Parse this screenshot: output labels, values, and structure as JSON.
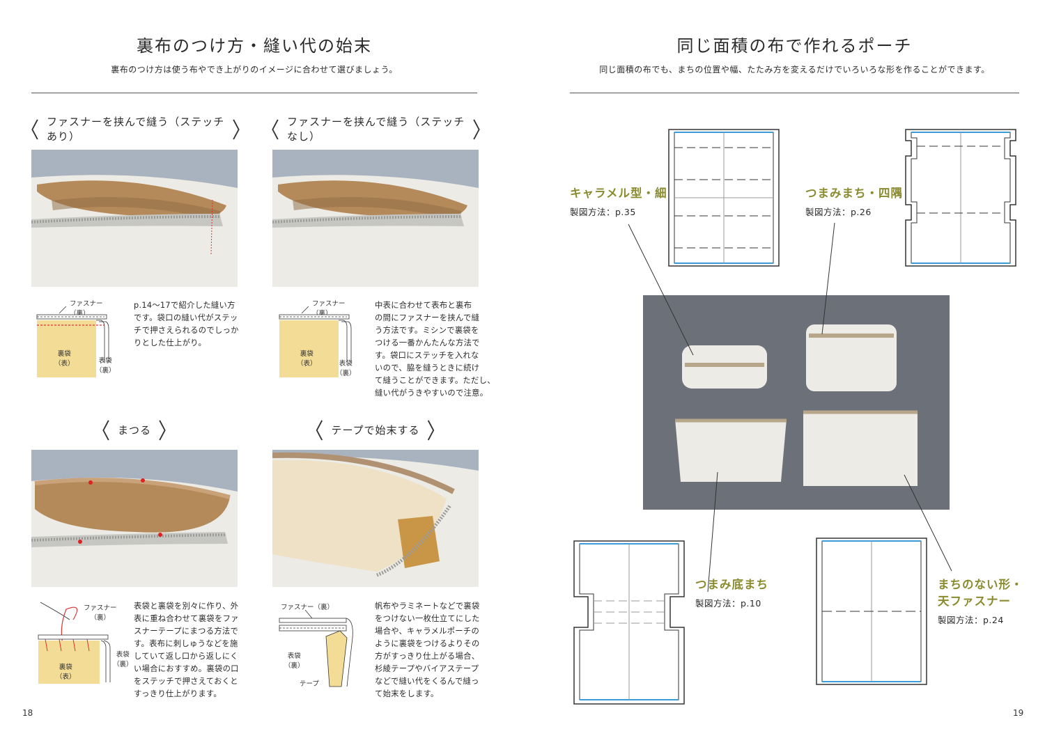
{
  "left": {
    "title": "裏布のつけ方・縫い代の始末",
    "subtitle": "裏布のつけ方は使う布やでき上がりのイメージに合わせて選びましょう。",
    "sections": [
      {
        "heading": "ファスナーを挟んで縫う（ステッチあり）",
        "text": "p.14～17で紹介した縫い方\nです。袋口の縫い代がステッ\nチで押さえられるのでしっか\nりとした仕上がり。",
        "diagram_labels": [
          "ファスナー（裏）",
          "裏袋\n（表）",
          "表袋\n（裏）"
        ]
      },
      {
        "heading": "ファスナーを挟んで縫う（ステッチなし）",
        "text": "中表に合わせて表布と裏布\nの間にファスナーを挟んで縫\nう方法です。ミシンで裏袋を\nつける一番かんたんな方法で\nす。袋口にステッチを入れな\nいので、脇を縫うときに続け\nて縫うことができます。ただし、\n縫い代がうきやすいので注意。",
        "diagram_labels": [
          "ファスナー（裏）",
          "裏袋\n（表）",
          "表袋\n（裏）"
        ]
      },
      {
        "heading": "まつる",
        "text": "表袋と裏袋を別々に作り、外\n表に重ね合わせて裏袋をファ\nスナーテープにまつる方法で\nす。表布に刺しゅうなどを施\nしていて返し口から返しにく\nい場合におすすめ。裏袋の口\nをステッチで押さえておくと\nすっきり仕上がります。",
        "diagram_labels": [
          "ファスナー\n（裏）",
          "裏袋\n（表）",
          "表袋\n（裏）"
        ]
      },
      {
        "heading": "テープで始末する",
        "text": "帆布やラミネートなどで裏袋\nをつけない一枚仕立てにした\n場合や、キャラメルポーチの\nように裏袋をつけるよりその\n方がすっきり仕上がる場合、\n杉綾テープやバイアステープ\nなどで縫い代をくるんで縫っ\nて始末をします。",
        "diagram_labels": [
          "ファスナー（裏）",
          "表袋\n（裏）",
          "テープ"
        ]
      }
    ],
    "page_number": "18"
  },
  "right": {
    "title": "同じ面積の布で作れるポーチ",
    "subtitle": "同じ面積の布でも、まちの位置や幅、たたみ方を変えるだけでいろいろな形を作ることができます。",
    "pouches": [
      {
        "name": "キャラメル型・細",
        "ref": "製図方法：p.35"
      },
      {
        "name": "つまみまち・四隅",
        "ref": "製図方法：p.26"
      },
      {
        "name": "つまみ底まち",
        "ref": "製図方法：p.10"
      },
      {
        "name": "まちのない形・\n天ファスナー",
        "ref": "製図方法：p.24"
      }
    ],
    "page_number": "19"
  },
  "colors": {
    "olive_label": "#8a8a2e",
    "photo_bg_blue": "#a9b3bf",
    "photo_bg_gray": "#6b7079",
    "lining_brown": "#b58a5a",
    "diagram_yellow": "#f2dc96",
    "pattern_blue": "#3a9bd8"
  }
}
